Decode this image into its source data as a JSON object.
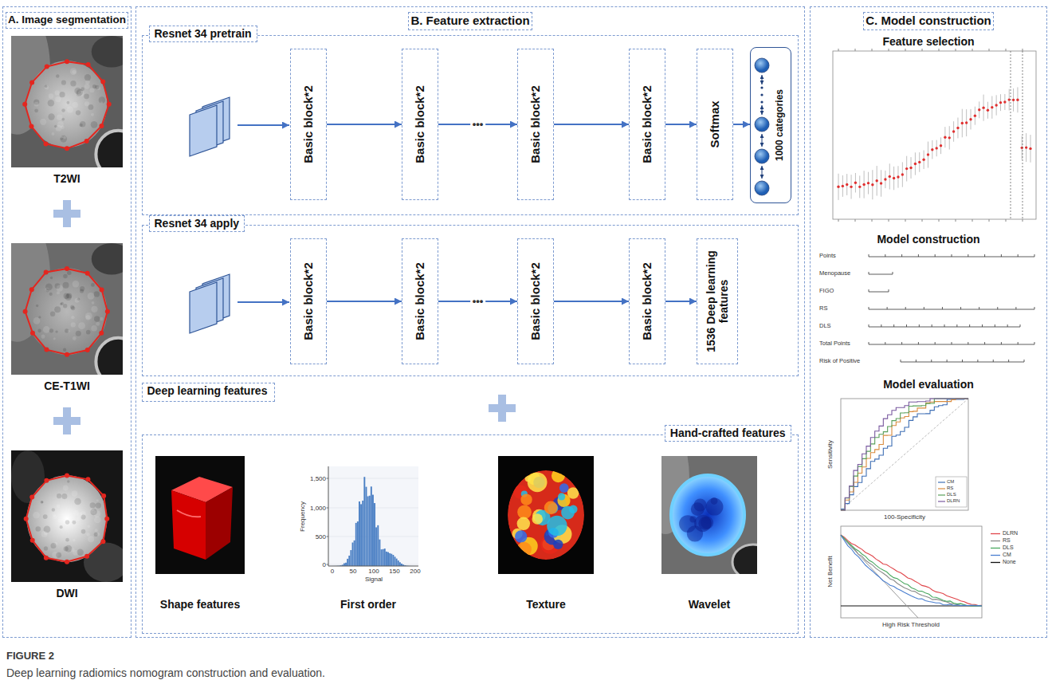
{
  "diagram": {
    "caption": "Deep learning radiomics nomogram construction and evaluation.",
    "nodes": [
      {
        "text": [
          "A. Image segmentation"
        ]
      },
      {
        "text": [
          "B. Feature extraction"
        ]
      },
      {
        "text": [
          "Resnet 34 pretrain"
        ],
        "in": 1
      },
      {
        "text": [
          "Basic block*2"
        ],
        "in": 2
      },
      {
        "text": [
          "Basic block*2"
        ],
        "in": 2
      },
      {
        "text": [
          "Basic block*2"
        ],
        "in": 2
      },
      {
        "text": [
          "Basic block*2"
        ],
        "in": 2
      },
      {
        "text": [
          "Softmax"
        ],
        "in": 2
      },
      {
        "text": [
          "1000 categories"
        ],
        "in": 2
      },
      {
        "text": [
          "Resnet 34 apply"
        ],
        "in": 1
      },
      {
        "text": [
          "Basic block*2"
        ],
        "in": 9
      },
      {
        "text": [
          "Basic block*2"
        ],
        "in": 9
      },
      {
        "text": [
          "Basic block*2"
        ],
        "in": 9
      },
      {
        "text": [
          "Basic block*2"
        ],
        "in": 9
      },
      {
        "text": [
          "1536 Deep learning features"
        ],
        "in": 9
      },
      {
        "text": [
          "Deep learning features"
        ],
        "in": 1
      },
      {
        "text": [
          "Hand-crafted features"
        ],
        "in": 1
      },
      {
        "text": [
          "C. Model construction"
        ]
      }
    ],
    "edges": [
      {
        "from": 3,
        "to": 4,
        "arrow": "to"
      },
      {
        "from": 4,
        "to": 5,
        "arrow": "to",
        "label": "•••"
      },
      {
        "from": 5,
        "to": 6,
        "arrow": "to"
      },
      {
        "from": 6,
        "to": 7,
        "arrow": "to"
      },
      {
        "from": 7,
        "to": 8,
        "arrow": "to"
      },
      {
        "from": 10,
        "to": 11,
        "arrow": "to"
      },
      {
        "from": 11,
        "to": 12,
        "arrow": "to",
        "label": "•••"
      },
      {
        "from": 12,
        "to": 13,
        "arrow": "to"
      },
      {
        "from": 13,
        "to": 14,
        "arrow": "to"
      }
    ],
    "labels": [
      "T2WI",
      "CE-T1WI",
      "DWI",
      "Shape features",
      "First order",
      "Texture",
      "Wavelet",
      "1,500",
      "1,000",
      "500",
      "0",
      "0",
      "50",
      "100",
      "150",
      "200",
      "Frequency",
      "Signal",
      "Feature selection",
      "Model construction",
      "Points",
      "Menopause",
      "FIGO",
      "RS",
      "DLS",
      "Total Points",
      "Risk of Positive",
      "Model evaluation",
      "Sensitivity",
      "100-Specificity",
      "CM",
      "RS",
      "DLS",
      "DLRN",
      "Net Benefit",
      "High Risk Threshold",
      "DLRN",
      "RS",
      "DLS",
      "CM",
      "None",
      "FIGURE 2"
    ]
  }
}
